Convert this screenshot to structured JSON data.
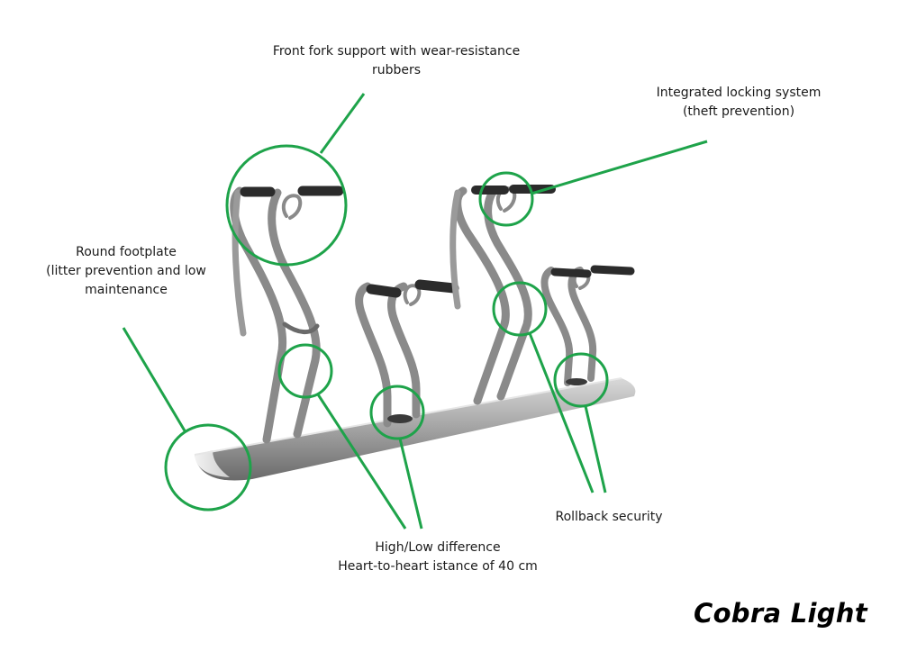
{
  "title": "Cobra Light",
  "colors": {
    "callout": "#1ea34a",
    "metal": "#8f8f8f",
    "metal_dark": "#4f4f4f",
    "grip": "#2b2b2b",
    "base_light": "#cfcfcf",
    "base_dark": "#6e6e6e"
  },
  "callouts": {
    "front_fork": {
      "line1": "Front fork support with wear-resistance",
      "line2": "rubbers"
    },
    "locking": {
      "line1": "Integrated locking system",
      "line2": "(theft prevention)"
    },
    "footplate": {
      "line1": "Round footplate",
      "line2": "(litter prevention and low",
      "line3": "maintenance"
    },
    "high_low": {
      "line1": "High/Low difference",
      "line2": "Heart-to-heart istance of 40 cm"
    },
    "rollback": {
      "line1": "Rollback security"
    }
  }
}
